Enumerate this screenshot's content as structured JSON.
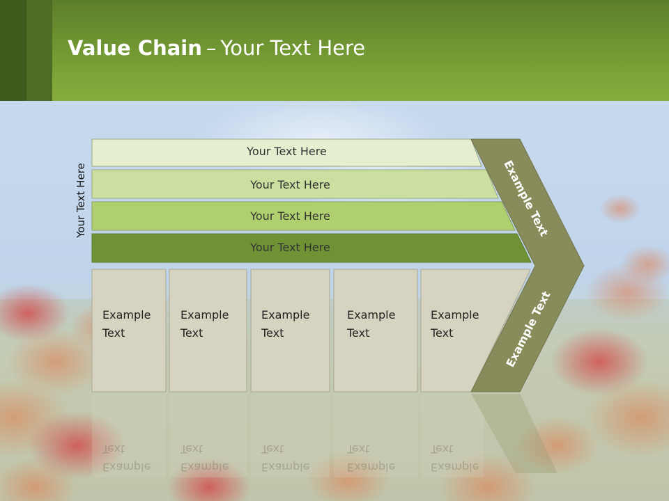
{
  "slide": {
    "title_bold": "Value Chain",
    "title_dash": "–",
    "title_rest": "Your Text Here",
    "side_label": "Your Text Here",
    "bars": [
      {
        "label": "Your Text Here",
        "color": "#e5efd0"
      },
      {
        "label": "Your Text Here",
        "color": "#cadfa0"
      },
      {
        "label": "Your Text Here",
        "color": "#b0cf6e"
      },
      {
        "label": "Your Text Here",
        "color": "#6f9235"
      }
    ],
    "boxes": [
      {
        "line1": "Example",
        "line2": "Text"
      },
      {
        "line1": "Example",
        "line2": "Text"
      },
      {
        "line1": "Example",
        "line2": "Text"
      },
      {
        "line1": "Example",
        "line2": "Text"
      },
      {
        "line1": "Example",
        "line2": "Text"
      }
    ],
    "chevron_upper": "Example Text",
    "chevron_lower": "Example Text",
    "colors": {
      "header": "#7aa236",
      "chevron": "#888c5a",
      "box_fill": "#d6d4c0",
      "sky": "#bcd3ec"
    }
  }
}
